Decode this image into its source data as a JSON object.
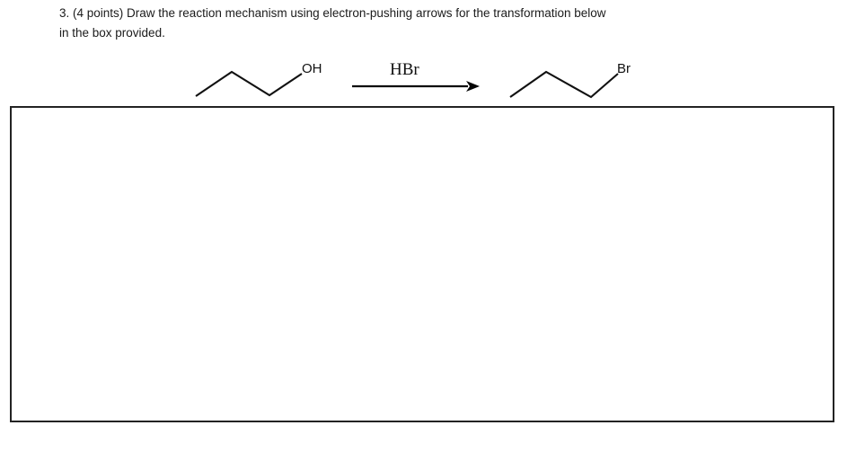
{
  "question": {
    "number": "3.",
    "points": "(4 points)",
    "lines": [
      "3. (4 points) Draw the reaction mechanism using electron-pushing arrows for the transformation below",
      "in the box provided."
    ],
    "full_text": "3. (4 points) Draw the reaction mechanism using electron-pushing arrows for the transformation below in the box provided."
  },
  "reaction": {
    "reactant": {
      "name": "1-propanol",
      "label": "OH",
      "skeleton": "zigzag-three-carbon",
      "label_position": "right-terminus"
    },
    "reagent": {
      "label": "HBr",
      "position": "above-arrow"
    },
    "arrow": {
      "type": "forward-reaction-arrow",
      "direction": "right"
    },
    "product": {
      "name": "1-bromopropane",
      "label": "Br",
      "skeleton": "zigzag-three-carbon",
      "label_position": "right-terminus"
    },
    "colors": {
      "bond": "#111111",
      "arrow": "#050505",
      "text": "#1b1b1b",
      "box_border": "#232323"
    }
  },
  "answer_area": {
    "label": "answer-box",
    "content": "",
    "hint": "box provided for student drawing"
  }
}
